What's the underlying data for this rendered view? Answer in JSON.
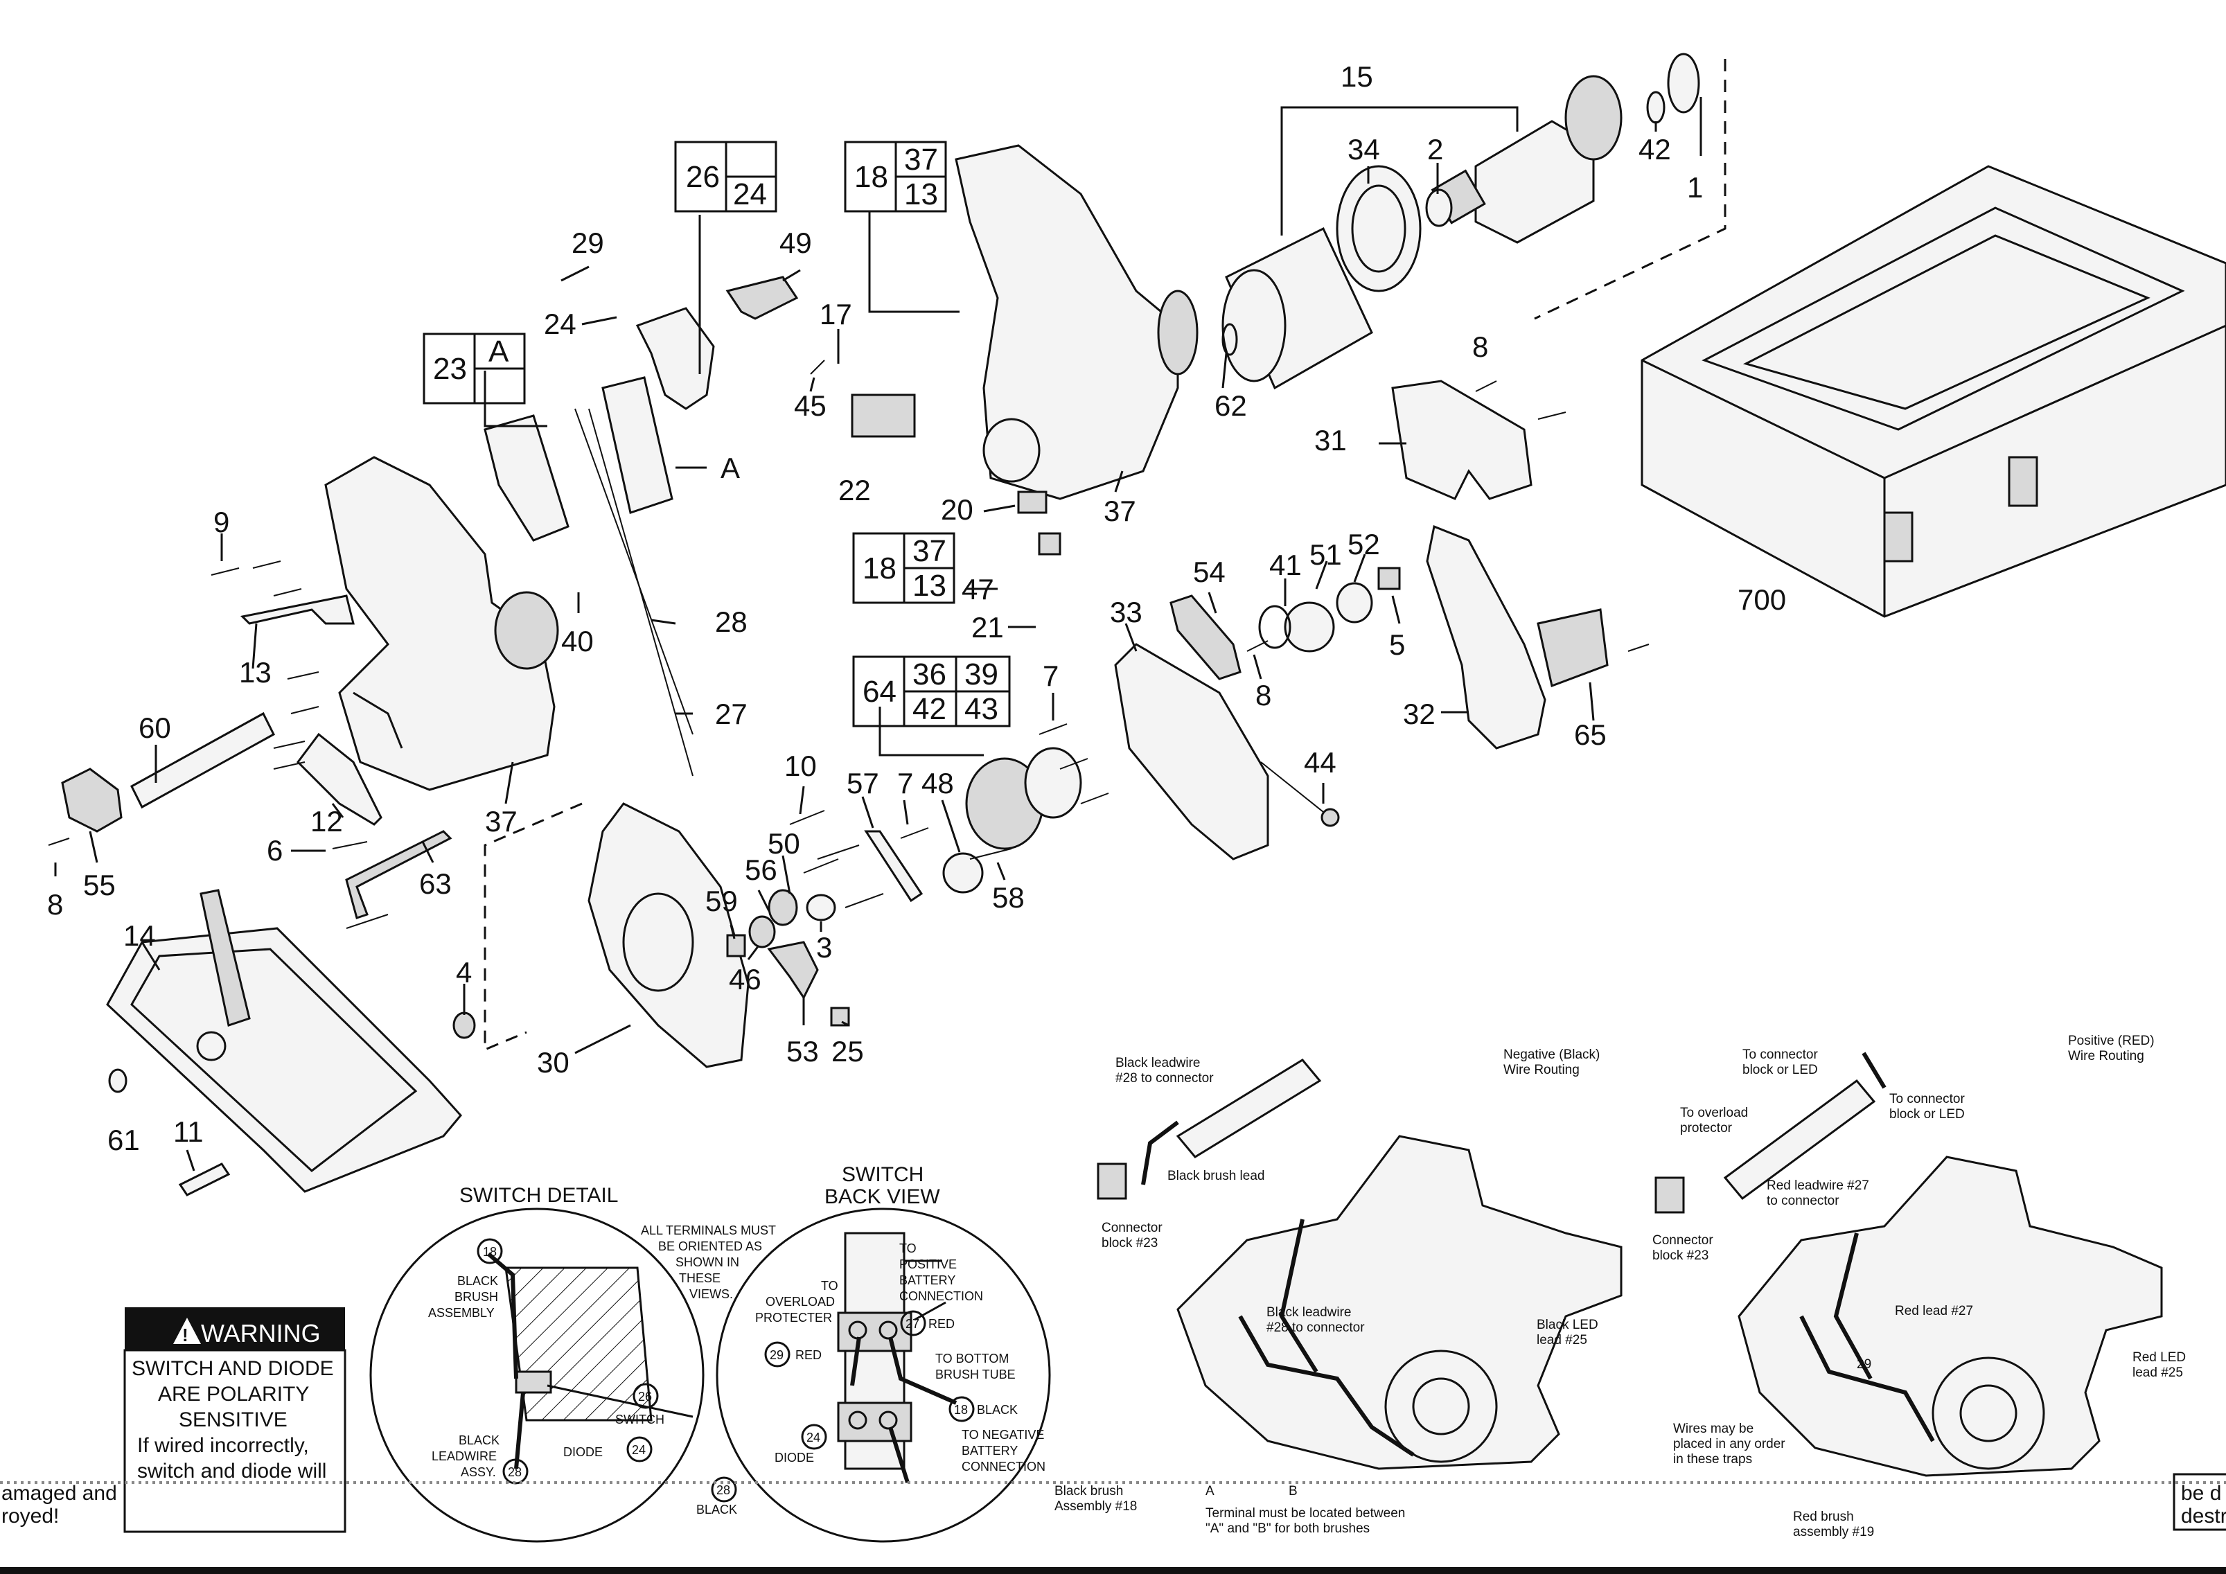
{
  "part_labels": [
    {
      "id": "p15",
      "text": "15"
    },
    {
      "id": "p34",
      "text": "34"
    },
    {
      "id": "p2",
      "text": "2"
    },
    {
      "id": "p42",
      "text": "42"
    },
    {
      "id": "p1",
      "text": "1"
    },
    {
      "id": "p29",
      "text": "29"
    },
    {
      "id": "p49",
      "text": "49"
    },
    {
      "id": "p24",
      "text": "24"
    },
    {
      "id": "p17",
      "text": "17"
    },
    {
      "id": "p45",
      "text": "45"
    },
    {
      "id": "p22",
      "text": "22"
    },
    {
      "id": "p62",
      "text": "62"
    },
    {
      "id": "p8a",
      "text": "8"
    },
    {
      "id": "p31",
      "text": "31"
    },
    {
      "id": "pA",
      "text": "A"
    },
    {
      "id": "p20",
      "text": "20"
    },
    {
      "id": "p37a",
      "text": "37"
    },
    {
      "id": "p9",
      "text": "9"
    },
    {
      "id": "p40",
      "text": "40"
    },
    {
      "id": "p28",
      "text": "28"
    },
    {
      "id": "p47",
      "text": "47"
    },
    {
      "id": "p21",
      "text": "21"
    },
    {
      "id": "p33",
      "text": "33"
    },
    {
      "id": "p54",
      "text": "54"
    },
    {
      "id": "p41",
      "text": "41"
    },
    {
      "id": "p51",
      "text": "51"
    },
    {
      "id": "p52",
      "text": "52"
    },
    {
      "id": "p5",
      "text": "5"
    },
    {
      "id": "p8b",
      "text": "8"
    },
    {
      "id": "p13",
      "text": "13"
    },
    {
      "id": "p27",
      "text": "27"
    },
    {
      "id": "p7a",
      "text": "7"
    },
    {
      "id": "p32",
      "text": "32"
    },
    {
      "id": "p65",
      "text": "65"
    },
    {
      "id": "p700",
      "text": "700"
    },
    {
      "id": "p60",
      "text": "60"
    },
    {
      "id": "p12",
      "text": "12"
    },
    {
      "id": "p37b",
      "text": "37"
    },
    {
      "id": "p10",
      "text": "10"
    },
    {
      "id": "p57",
      "text": "57"
    },
    {
      "id": "p7b",
      "text": "7"
    },
    {
      "id": "p48",
      "text": "48"
    },
    {
      "id": "p44",
      "text": "44"
    },
    {
      "id": "p6",
      "text": "6"
    },
    {
      "id": "p63",
      "text": "63"
    },
    {
      "id": "p50",
      "text": "50"
    },
    {
      "id": "p56",
      "text": "56"
    },
    {
      "id": "p58",
      "text": "58"
    },
    {
      "id": "p55",
      "text": "55"
    },
    {
      "id": "p8c",
      "text": "8"
    },
    {
      "id": "p59",
      "text": "59"
    },
    {
      "id": "p3",
      "text": "3"
    },
    {
      "id": "p14",
      "text": "14"
    },
    {
      "id": "p46",
      "text": "46"
    },
    {
      "id": "p4",
      "text": "4"
    },
    {
      "id": "p53",
      "text": "53"
    },
    {
      "id": "p25",
      "text": "25"
    },
    {
      "id": "p30",
      "text": "30"
    },
    {
      "id": "p61",
      "text": "61"
    },
    {
      "id": "p11",
      "text": "11"
    }
  ],
  "kit_boxes": [
    {
      "id": "k26",
      "main": "26",
      "top": "",
      "bottom": "24"
    },
    {
      "id": "k18a",
      "main": "18",
      "top": "37",
      "bottom": "13"
    },
    {
      "id": "k23",
      "main": "23",
      "top": "A",
      "bottom": ""
    },
    {
      "id": "k18b",
      "main": "18",
      "top": "37",
      "bottom": "13"
    }
  ],
  "kit_box_64": {
    "main": "64",
    "cells": [
      "36",
      "39",
      "42",
      "43"
    ]
  },
  "switch_detail": {
    "title": "SWITCH DETAIL",
    "black_brush_assembly": [
      "BLACK",
      "BRUSH",
      "ASSEMBLY"
    ],
    "black_leadwire_assy": [
      "BLACK",
      "LEADWIRE",
      "ASSY."
    ],
    "switch": "SWITCH",
    "diode": "DIODE",
    "circle_18": "18",
    "circle_26": "26",
    "circle_24": "24",
    "circle_28": "28"
  },
  "terminals_note": [
    "ALL TERMINALS MUST",
    "BE ORIENTED AS",
    "SHOWN IN",
    "THESE",
    "VIEWS."
  ],
  "switch_back": {
    "title_1": "SWITCH",
    "title_2": "BACK VIEW",
    "to_overload": [
      "TO",
      "OVERLOAD",
      "PROTECTER"
    ],
    "to_positive": [
      "TO",
      "POSITIVE",
      "BATTERY",
      "CONNECTION"
    ],
    "to_bottom": [
      "TO BOTTOM",
      "BRUSH TUBE"
    ],
    "to_negative": [
      "TO NEGATIVE",
      "BATTERY",
      "CONNECTION"
    ],
    "red": "RED",
    "red2": "RED",
    "black": "BLACK",
    "black2": "BLACK",
    "diode": "DIODE",
    "c29": "29",
    "c27": "27",
    "c18": "18",
    "c24": "24",
    "c28": "28"
  },
  "warning": {
    "header": "WARNING",
    "lines": [
      "SWITCH AND DIODE",
      "ARE POLARITY",
      "SENSITIVE"
    ],
    "body": [
      "If wired incorrectly,",
      "switch and diode will",
      "amaged and",
      "royed!"
    ]
  },
  "negative_routing": {
    "title": [
      "Negative (Black)",
      "Wire Routing"
    ],
    "black_leadwire_top": [
      "Black leadwire",
      "#28 to connector"
    ],
    "black_brush_lead": "Black brush lead",
    "connector_block": [
      "Connector",
      "block #23"
    ],
    "black_leadwire_mid": [
      "Black leadwire",
      "#28 to connector"
    ],
    "black_led": [
      "Black LED",
      "lead #25"
    ],
    "black_brush_assembly": [
      "Black brush",
      "Assembly #18"
    ],
    "mark_a": "A",
    "mark_b": "B",
    "terminal_note": [
      "Terminal must be located between",
      "\"A\" and \"B\" for both brushes"
    ]
  },
  "positive_routing": {
    "title": [
      "Positive (RED)",
      "Wire Routing"
    ],
    "to_connector_led": [
      "To connector",
      "block or LED"
    ],
    "to_overload": [
      "To overload",
      "protector"
    ],
    "to_connector_led2": [
      "To connector",
      "block or LED"
    ],
    "red_leadwire": [
      "Red leadwire #27",
      "to connector"
    ],
    "connector_block": [
      "Connector",
      "block #23"
    ],
    "red_lead_27": "Red lead #27",
    "num_29": "29",
    "red_led": [
      "Red LED",
      "lead #25"
    ],
    "wires_traps": [
      "Wires may be",
      "placed in any order",
      "in these traps"
    ],
    "red_brush": [
      "Red brush",
      "assembly #19"
    ]
  },
  "edge_fragments": {
    "top": "be d",
    "bottom": "destr"
  }
}
